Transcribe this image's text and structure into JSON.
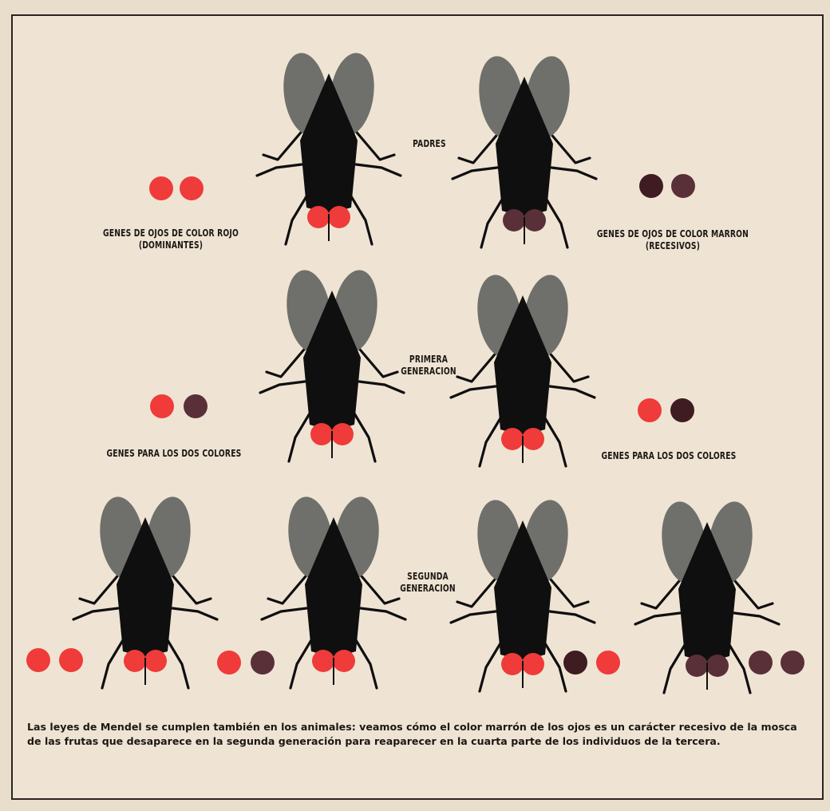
{
  "labels": {
    "padres": "PADRES",
    "primera_generacion": "PRIMERA\nGENERACION",
    "segunda_generacion": "SEGUNDA\nGENERACION",
    "genes_rojo": "GENES DE OJOS DE COLOR ROJO\n(DOMINANTES)",
    "genes_marron": "GENES DE OJOS DE COLOR MARRON\n(RECESIVOS)",
    "genes_dos_colores_left": "GENES PARA LOS DOS COLORES",
    "genes_dos_colores_right": "GENES PARA LOS DOS COLORES"
  },
  "caption": "Las leyes de Mendel se cumplen también en los animales: veamos cómo el color marrón de los ojos es un carácter recesivo de la mosca de las frutas que desaparece en la segunda generación para reaparecer en la cuarta parte de los individuos de la tercera.",
  "colors": {
    "red": "#ef3b3a",
    "brown": "#5a3038",
    "brown_dark": "#3e1c22",
    "wing": "#6f706b",
    "body": "#0f0f10",
    "background": "#efe4d3"
  },
  "generations": [
    {
      "name": "padres",
      "flies": [
        {
          "eyes": "red",
          "genes": [
            "red",
            "red"
          ]
        },
        {
          "eyes": "brown",
          "genes": [
            "brown_dark",
            "brown"
          ]
        }
      ]
    },
    {
      "name": "primera_generacion",
      "flies": [
        {
          "eyes": "red",
          "genes": [
            "red",
            "brown"
          ]
        },
        {
          "eyes": "red",
          "genes": [
            "red",
            "brown_dark"
          ]
        }
      ]
    },
    {
      "name": "segunda_generacion",
      "flies": [
        {
          "eyes": "red",
          "genes": [
            "red",
            "red"
          ]
        },
        {
          "eyes": "red",
          "genes": [
            "red",
            "brown"
          ]
        },
        {
          "eyes": "red",
          "genes": [
            "brown_dark",
            "red"
          ]
        },
        {
          "eyes": "brown",
          "genes": [
            "brown",
            "brown"
          ]
        }
      ]
    }
  ]
}
